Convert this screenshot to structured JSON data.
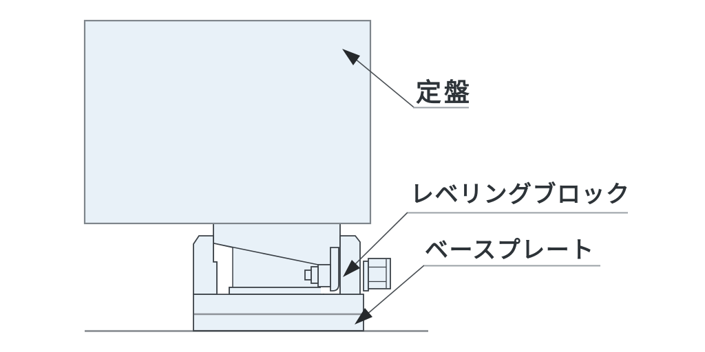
{
  "diagram": {
    "type": "technical-cross-section",
    "labels": {
      "surface_plate": "定盤",
      "leveling_block": "レベリングブロック",
      "base_plate": "ベースプレート"
    },
    "colors": {
      "part_fill": "#e8f1f8",
      "part_outline": "#3b4147",
      "plate_border": "#7e858b",
      "gray_line": "#8d9298",
      "ground_line": "#95999d",
      "leader_line": "#4a4f54",
      "arrow": "#26292c",
      "text": "#2d3338",
      "background": "#ffffff"
    }
  }
}
